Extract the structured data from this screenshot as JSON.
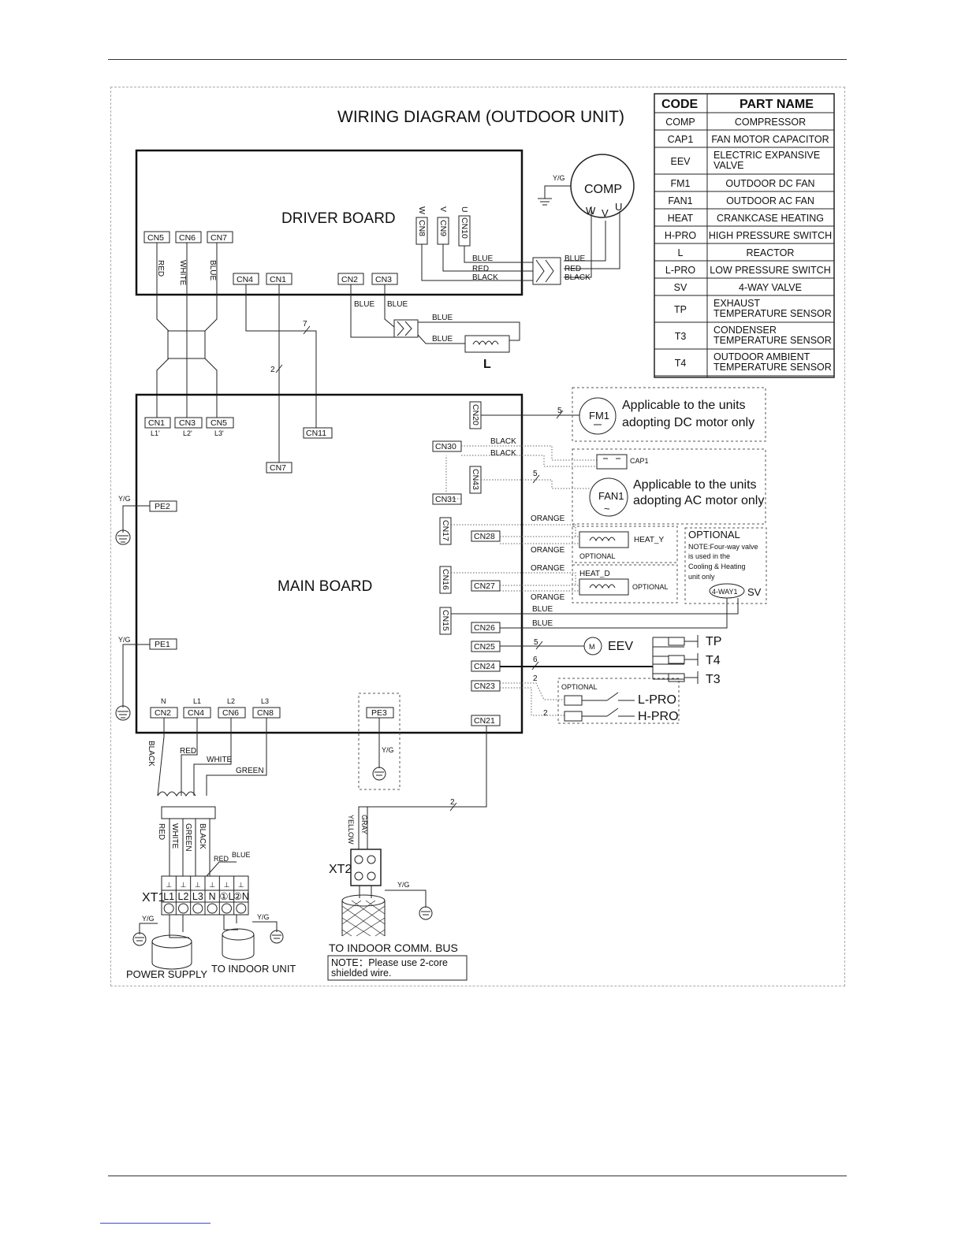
{
  "title": "WIRING DIAGRAM (OUTDOOR UNIT)",
  "legend": {
    "header_code": "CODE",
    "header_name": "PART NAME",
    "rows": [
      {
        "code": "COMP",
        "name": "COMPRESSOR"
      },
      {
        "code": "CAP1",
        "name": "FAN MOTOR CAPACITOR"
      },
      {
        "code": "EEV",
        "name": "ELECTRIC EXPANSIVE VALVE"
      },
      {
        "code": "FM1",
        "name": "OUTDOOR DC  FAN"
      },
      {
        "code": "FAN1",
        "name": "OUTDOOR AC FAN"
      },
      {
        "code": "HEAT",
        "name": "CRANKCASE HEATING"
      },
      {
        "code": "H-PRO",
        "name": "HIGH PRESSURE SWITCH"
      },
      {
        "code": "L",
        "name": "REACTOR"
      },
      {
        "code": "L-PRO",
        "name": "LOW PRESSURE SWITCH"
      },
      {
        "code": "SV",
        "name": "4-WAY VALVE"
      },
      {
        "code": "TP",
        "name": "EXHAUST TEMPERATURE SENSOR"
      },
      {
        "code": "T3",
        "name": "CONDENSER TEMPERATURE SENSOR"
      },
      {
        "code": "T4",
        "name": "OUTDOOR AMBIENT TEMPERATURE SENSOR"
      }
    ]
  },
  "driver_board": {
    "label": "DRIVER BOARD",
    "connectors": {
      "cn5": "CN5",
      "cn6": "CN6",
      "cn7": "CN7",
      "cn4": "CN4",
      "cn1": "CN1",
      "cn2": "CN2",
      "cn3": "CN3",
      "cn8": "CN8",
      "cn9": "CN9",
      "cn10": "CN10"
    },
    "phase_w": "W",
    "phase_v": "V",
    "phase_u": "U"
  },
  "main_board": {
    "label": "MAIN  BOARD",
    "connectors": {
      "cn1": "CN1",
      "cn3": "CN3",
      "cn5": "CN5",
      "cn11": "CN11",
      "cn7": "CN7",
      "cn20": "CN20",
      "cn30": "CN30",
      "cn43": "CN43",
      "cn31": "CN31",
      "cn17": "CN17",
      "cn28": "CN28",
      "cn16": "CN16",
      "cn27": "CN27",
      "cn15": "CN15",
      "cn26": "CN26",
      "cn25": "CN25",
      "cn24": "CN24",
      "cn23": "CN23",
      "cn21": "CN21",
      "pe1": "PE1",
      "pe2": "PE2",
      "pe3": "PE3",
      "cn2": "CN2",
      "cn4": "CN4",
      "cn6": "CN6",
      "cn8": "CN8"
    },
    "sub_l1": "L1'",
    "sub_l2": "L2'",
    "sub_l3": "L3'",
    "n": "N",
    "l1": "L1",
    "l2": "L2",
    "l3": "L3"
  },
  "components": {
    "comp": "COMP",
    "comp_w": "W",
    "comp_v": "V",
    "comp_u": "U",
    "reactor": "L",
    "fm1": "FM1",
    "fan1": "FAN1",
    "cap1": "CAP1",
    "fm1_note": [
      "Applicable to the units",
      "adopting DC  motor only"
    ],
    "fan1_note": [
      "Applicable to the units",
      "adopting AC  motor only"
    ],
    "heat_y": "HEAT_Y",
    "heat_d": "HEAT_D",
    "optional": "OPTIONAL",
    "optional_header": "OPTIONAL",
    "sv_note": [
      "NOTE:Four-way valve",
      " is used in the",
      "Cooling  & Heating",
      "unit only"
    ],
    "four_way": "4-WAY1",
    "sv": "SV",
    "eev": "EEV",
    "motor": "M",
    "tp": "TP",
    "t4": "T4",
    "t3": "T3",
    "l_pro": "L-PRO",
    "h_pro": "H-PRO",
    "xt1": "XT1",
    "xt2": "XT2",
    "xt1_terms": [
      "L1",
      "L2",
      "L3",
      "N",
      "①L",
      "②N"
    ],
    "power_supply": "POWER SUPPLY",
    "to_indoor_unit": "TO INDOOR UNIT",
    "to_indoor_bus": "TO INDOOR COMM. BUS",
    "bus_note": [
      "NOTE：Please use 2-core",
      "shielded wire."
    ]
  },
  "wires": {
    "yg": "Y/G",
    "blue": "BLUE",
    "red": "RED",
    "black": "BLACK",
    "white": "WHITE",
    "green": "GREEN",
    "orange": "ORANGE",
    "yellow": "YELLOW",
    "gray": "GRAY",
    "n7": "7",
    "n2": "2",
    "n5": "5",
    "n6": "6"
  }
}
